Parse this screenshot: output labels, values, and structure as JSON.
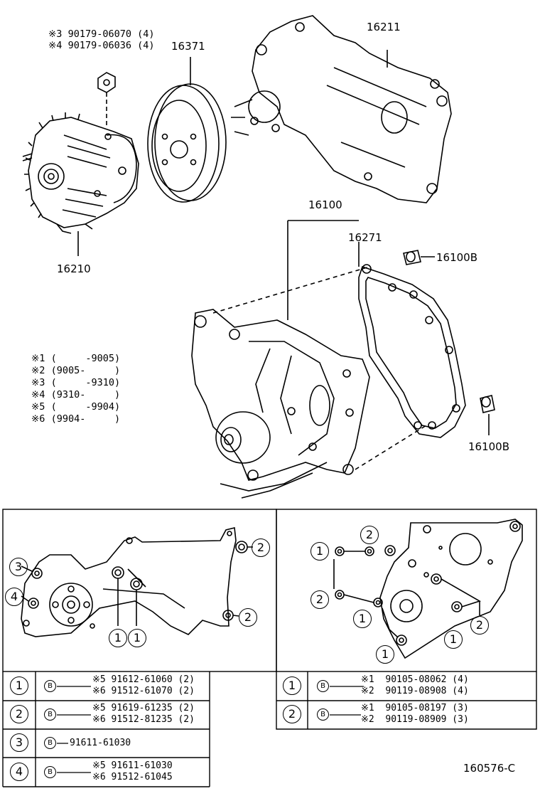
{
  "parts": {
    "p16211": "16211",
    "p16371": "16371",
    "p16210": "16210",
    "p16100": "16100",
    "p16271": "16271",
    "p16100b_top": "16100B",
    "p16100b_bottom": "16100B"
  },
  "bolt_notes": {
    "line1": "※3 90179-06070 (4)",
    "line2": "※4 90179-06036 (4)"
  },
  "legend": [
    "※1 (     -9005)",
    "※2 (9005-     )",
    "※3 (     -9310)",
    "※4 (9310-     )",
    "※5 (     -9904)",
    "※6 (9904-     )"
  ],
  "left_detail_callouts": [
    "3",
    "4",
    "2",
    "2",
    "1",
    "1"
  ],
  "right_detail_callouts": [
    "2",
    "1",
    "2",
    "1",
    "1",
    "1",
    "2"
  ],
  "left_table": [
    {
      "num": "1",
      "b": "B",
      "lines": [
        "※5 91612-61060 (2)",
        "※6 91512-61070 (2)"
      ]
    },
    {
      "num": "2",
      "b": "B",
      "lines": [
        "※5 91619-61235 (2)",
        "※6 91512-81235 (2)"
      ]
    },
    {
      "num": "3",
      "b": "B",
      "lines": [
        "91611-61030"
      ]
    },
    {
      "num": "4",
      "b": "B",
      "lines": [
        "※5 91611-61030",
        "※6 91512-61045"
      ]
    }
  ],
  "right_table": [
    {
      "num": "1",
      "b": "B",
      "lines": [
        "※1  90105-08062 (4)",
        "※2  90119-08908 (4)"
      ]
    },
    {
      "num": "2",
      "b": "B",
      "lines": [
        "※1  90105-08197 (3)",
        "※2  90119-08909 (3)"
      ]
    }
  ],
  "figure_code": "160576-C"
}
